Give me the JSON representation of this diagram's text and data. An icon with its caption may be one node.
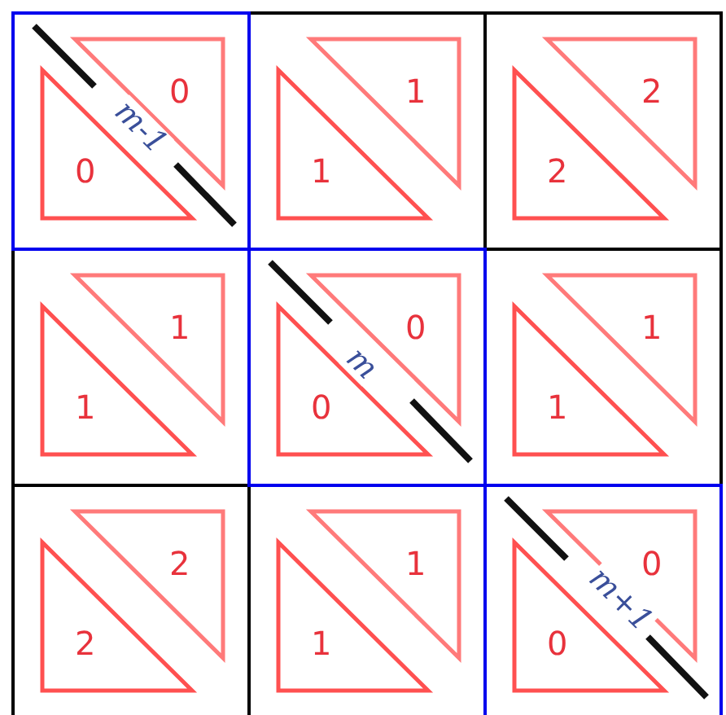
{
  "diagram": {
    "nodes": [
      {
        "text": [
          "m-1"
        ]
      },
      {
        "text": [
          "0"
        ],
        "in": 0
      },
      {
        "text": [
          "0"
        ],
        "in": 0
      },
      {
        "text": [],
        "shape": "box"
      },
      {
        "text": [
          "1"
        ],
        "in": 3
      },
      {
        "text": [
          "1"
        ],
        "in": 3
      },
      {
        "text": [],
        "shape": "box"
      },
      {
        "text": [
          "2"
        ],
        "in": 6
      },
      {
        "text": [
          "2"
        ],
        "in": 6
      },
      {
        "text": [],
        "shape": "box"
      },
      {
        "text": [
          "1"
        ],
        "in": 9
      },
      {
        "text": [
          "1"
        ],
        "in": 9
      },
      {
        "text": [
          "m"
        ]
      },
      {
        "text": [
          "0"
        ],
        "in": 12
      },
      {
        "text": [
          "0"
        ],
        "in": 12
      },
      {
        "text": [],
        "shape": "box"
      },
      {
        "text": [
          "1"
        ],
        "in": 15
      },
      {
        "text": [
          "1"
        ],
        "in": 15
      },
      {
        "text": [],
        "shape": "box"
      },
      {
        "text": [
          "2"
        ],
        "in": 18
      },
      {
        "text": [
          "2"
        ],
        "in": 18
      },
      {
        "text": [],
        "shape": "box"
      },
      {
        "text": [
          "1"
        ],
        "in": 21
      },
      {
        "text": [
          "1"
        ],
        "in": 21
      },
      {
        "text": [
          "m+1"
        ]
      },
      {
        "text": [
          "0"
        ],
        "in": 24
      },
      {
        "text": [
          "0"
        ],
        "in": 24
      }
    ]
  }
}
